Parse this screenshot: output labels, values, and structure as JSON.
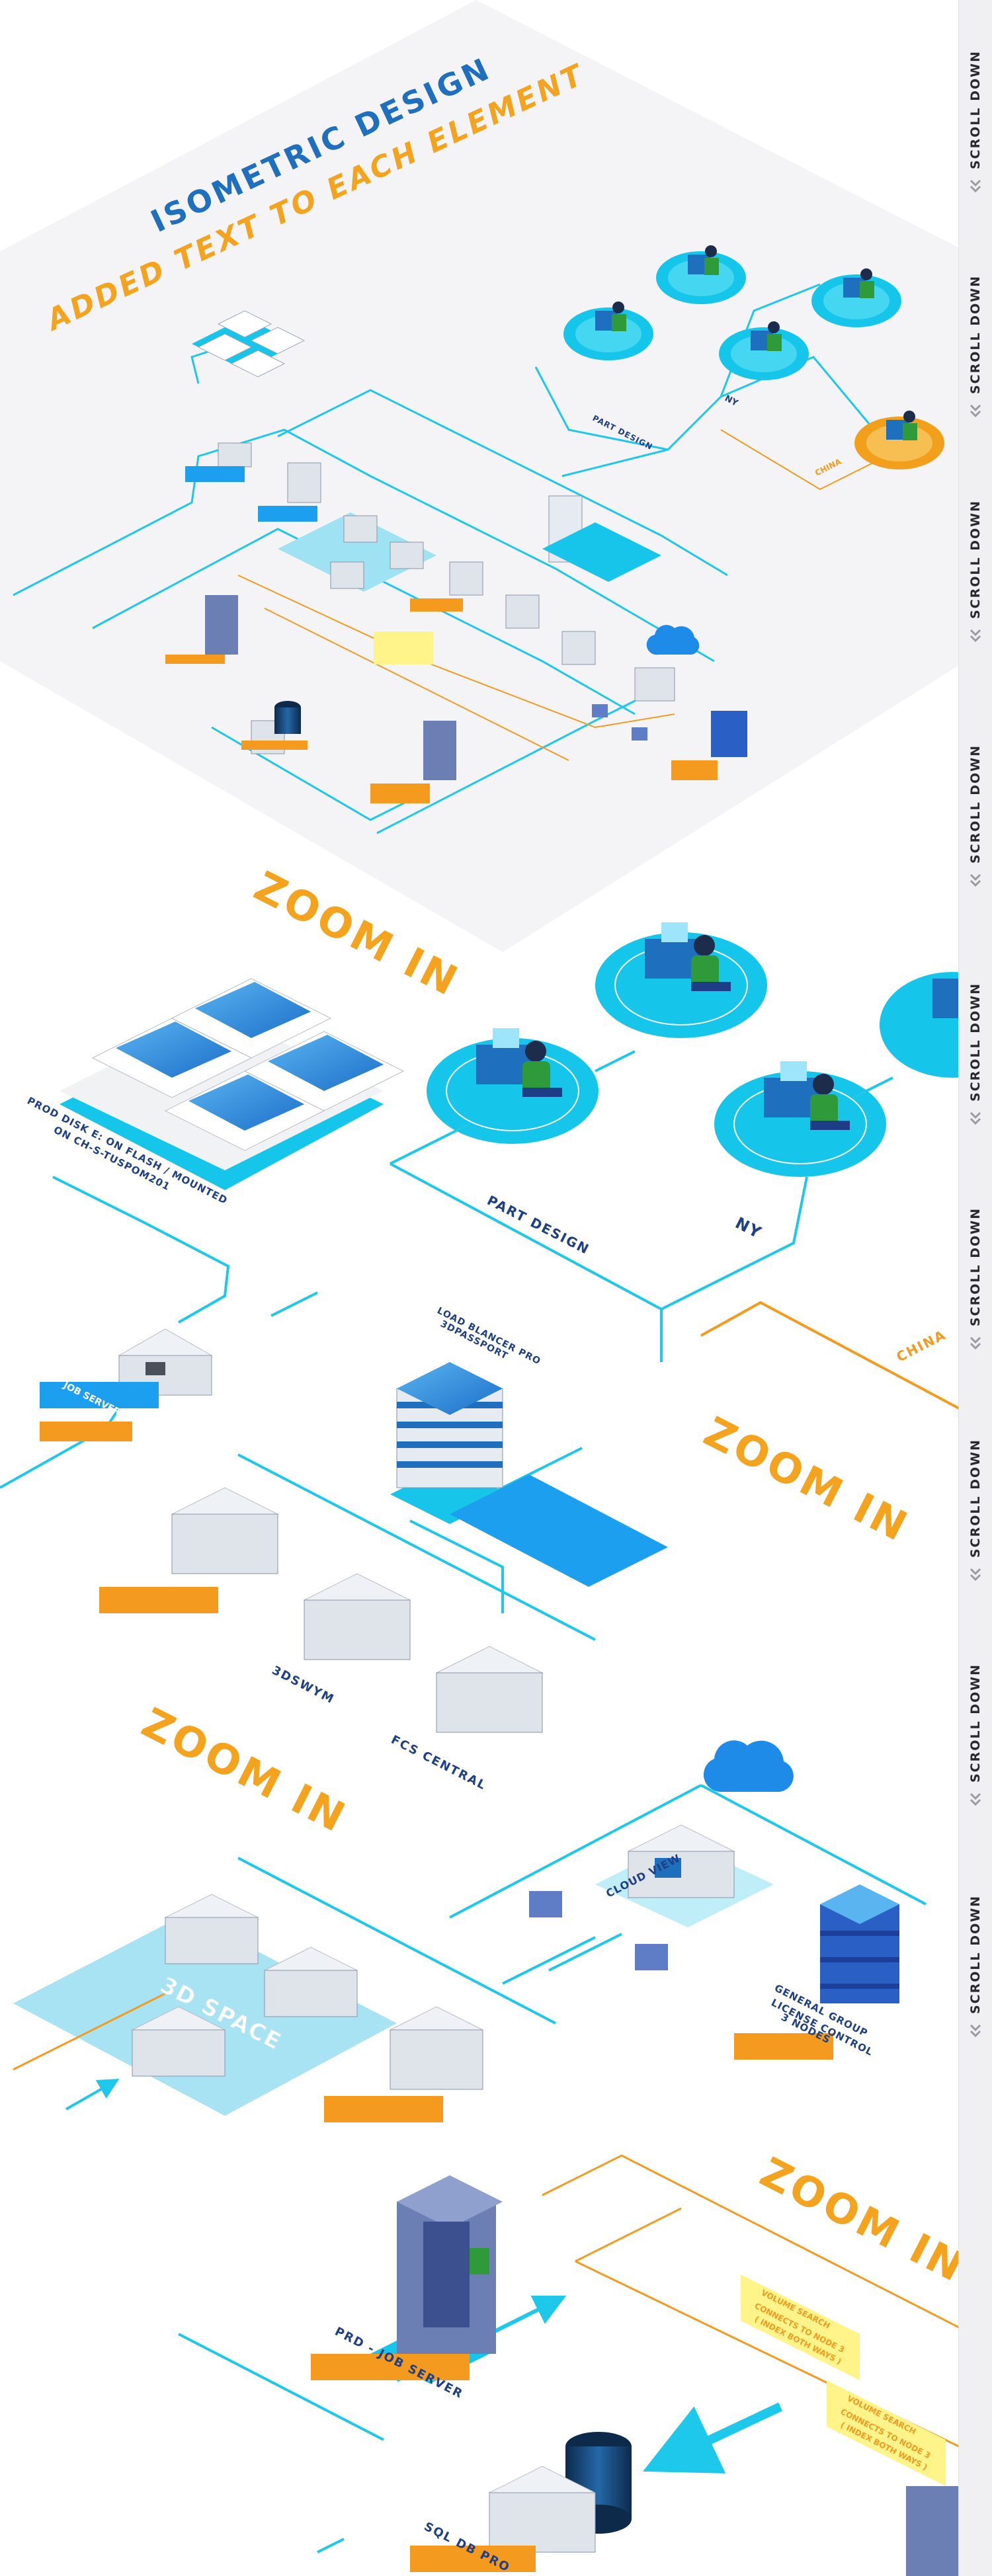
{
  "title": {
    "line1": "ISOMETRIC DESIGN",
    "line2": "ADDED TEXT TO EACH ELEMENT"
  },
  "scroll_hint": "SCROLL DOWN",
  "zoom_label": "ZOOM IN",
  "overview": {
    "part_design": "PART DESIGN",
    "ny": "NY",
    "china": "CHINA"
  },
  "nodes": {
    "prod_disk": {
      "line1": "PROD DISK E: ON FLASH / MOUNTED",
      "line2": "ON CH-S-TUSPOM201"
    },
    "part_design": "PART DESIGN",
    "ny": "NY",
    "china": "CHINA",
    "job_server": "JOB SERVER",
    "load_balancer": {
      "line1": "LOAD BLANCER PRO",
      "line2": "3DPASSPORT"
    },
    "search_server": "3DSWYM",
    "fcs_central": "FCS CENTRAL",
    "cloud_view": "CLOUD VIEW",
    "general_group": {
      "line1": "GENERAL GROUP",
      "line2": "LICENSE CONTROL",
      "line3": "3 NODES"
    },
    "space_3d": "3D SPACE",
    "prd_job_server": "PRD - JOB SERVER",
    "sql_db": "SQL DB PRO",
    "volume_search": {
      "line1": "VOLUME SEARCH",
      "line2": "CONNECTS TO NODE 3",
      "line3": "( INDEX BOTH WAYS )"
    }
  },
  "colors": {
    "accent": "#1ec8ea",
    "accent_dark": "#1f7fcf",
    "navy": "#1f3f86",
    "orange": "#f49a1e",
    "badge_yellow": "#fff489",
    "panel_bg": "#f4f4f6"
  }
}
